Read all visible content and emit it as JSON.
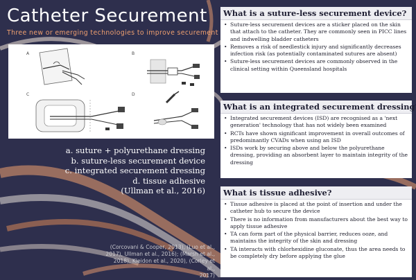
{
  "poster": {
    "title": "Catheter Securement",
    "subtitle": "Three new or emerging technologies to improve securement"
  },
  "figure": {
    "panel_labels": [
      "A",
      "B",
      "C",
      "D"
    ]
  },
  "legend": {
    "lines": [
      "a. suture + polyurethane dressing",
      "b. suture-less securement device",
      "c. integrated securement dressing",
      "d. tissue adhesive",
      "(Ullman et al., 2016)"
    ]
  },
  "references": {
    "lines": [
      "(Corcovani & Cooper, 2013), (Luo et al.,",
      "2017), Ullman et al., 2016); (Marsh et al.,",
      "2018), Kleidon et al., 2020), (Corley et al.,",
      "2017)"
    ]
  },
  "sections": [
    {
      "heading": "What is a suture-less securement device?",
      "bullets": [
        "Suture-less securement devices are a sticker placed on the skin that attach to the catheter. They are commonly seen in PICC lines and indwelling bladder catheters",
        "Removes a risk of needlestick injury and significantly decreases infection risk (as potentially contaminated sutures are absent)",
        "Suture-less securement devices are commonly observed in the clinical setting within Queensland hospitals"
      ]
    },
    {
      "heading": "What is an integrated securement dressing?",
      "bullets": [
        "Integrated securement devices (ISD) are recognised as a 'next generation' technology that has not widely been examined",
        "RCTs have shown significant improvement in overall outcomes of predominantly CVADs when using an ISD",
        "ISDs work by securing above and below the polyurethane dressing, providing an absorbent layer to maintain integrity of the dressing"
      ]
    },
    {
      "heading": "What is tissue adhesive?",
      "bullets": [
        "Tissue adhesive is placed at the point of insertion and under the catheter hub to secure the device",
        "There is no information from manufacturers about the best way to apply tissue adhesive",
        "TA can form part of the physical barrier, reduces ooze, and maintains the integrity of the skin and dressing",
        "TA interacts with chlorhexidine gluconate, thus the area needs to be completely dry before applying the glue"
      ]
    }
  ],
  "colors": {
    "background": "#2e2f4d",
    "accent_orange": "#f0a070",
    "panel_bg": "#ffffff"
  }
}
